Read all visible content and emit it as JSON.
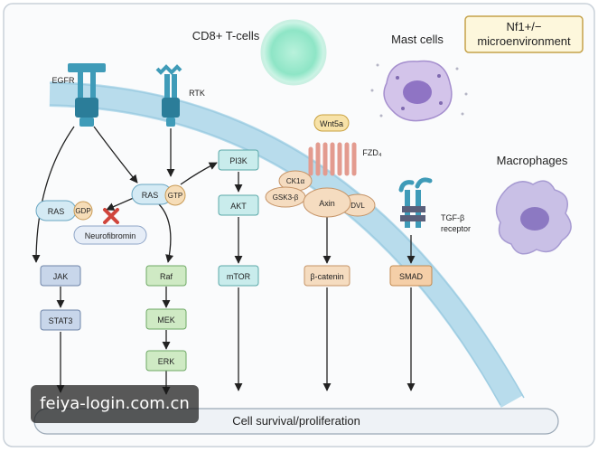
{
  "labels": {
    "cd8": "CD8+ T-cells",
    "mast": "Mast cells",
    "macro": "Macrophages",
    "nf1_line1": "Nf1+/−",
    "nf1_line2": "microenvironment",
    "egfr": "EGFR",
    "rtk": "RTK",
    "fzd": "FZD₄",
    "tgfb_line1": "TGF-β",
    "tgfb_line2": "receptor",
    "outcome": "Cell survival/proliferation"
  },
  "nodes": {
    "ras_left": "RAS",
    "gdp": "GDP",
    "neurofibromin": "Neurofibromin",
    "ras_mid": "RAS",
    "gtp": "GTP",
    "jak": "JAK",
    "stat3": "STAT3",
    "raf": "Raf",
    "mek": "MEK",
    "erk": "ERK",
    "pi3k": "PI3K",
    "akt": "AKT",
    "mtor": "mTOR",
    "wnt5a": "Wnt5a",
    "ck1a": "CK1α",
    "gsk3b": "GSK3-β",
    "axin": "Axin",
    "dvl": "DVL",
    "bcatenin": "β-catenin",
    "smad": "SMAD"
  },
  "watermark": "feiya-login.com.cn",
  "colors": {
    "membrane": "#b8dcec",
    "jak_stat": "#c8d6ea",
    "mapk": "#cfeac4",
    "pi3k": "#c9ecec",
    "wnt": "#f5dcc0",
    "smad": "#f5cfa8",
    "inhibit": "#d0453c"
  }
}
